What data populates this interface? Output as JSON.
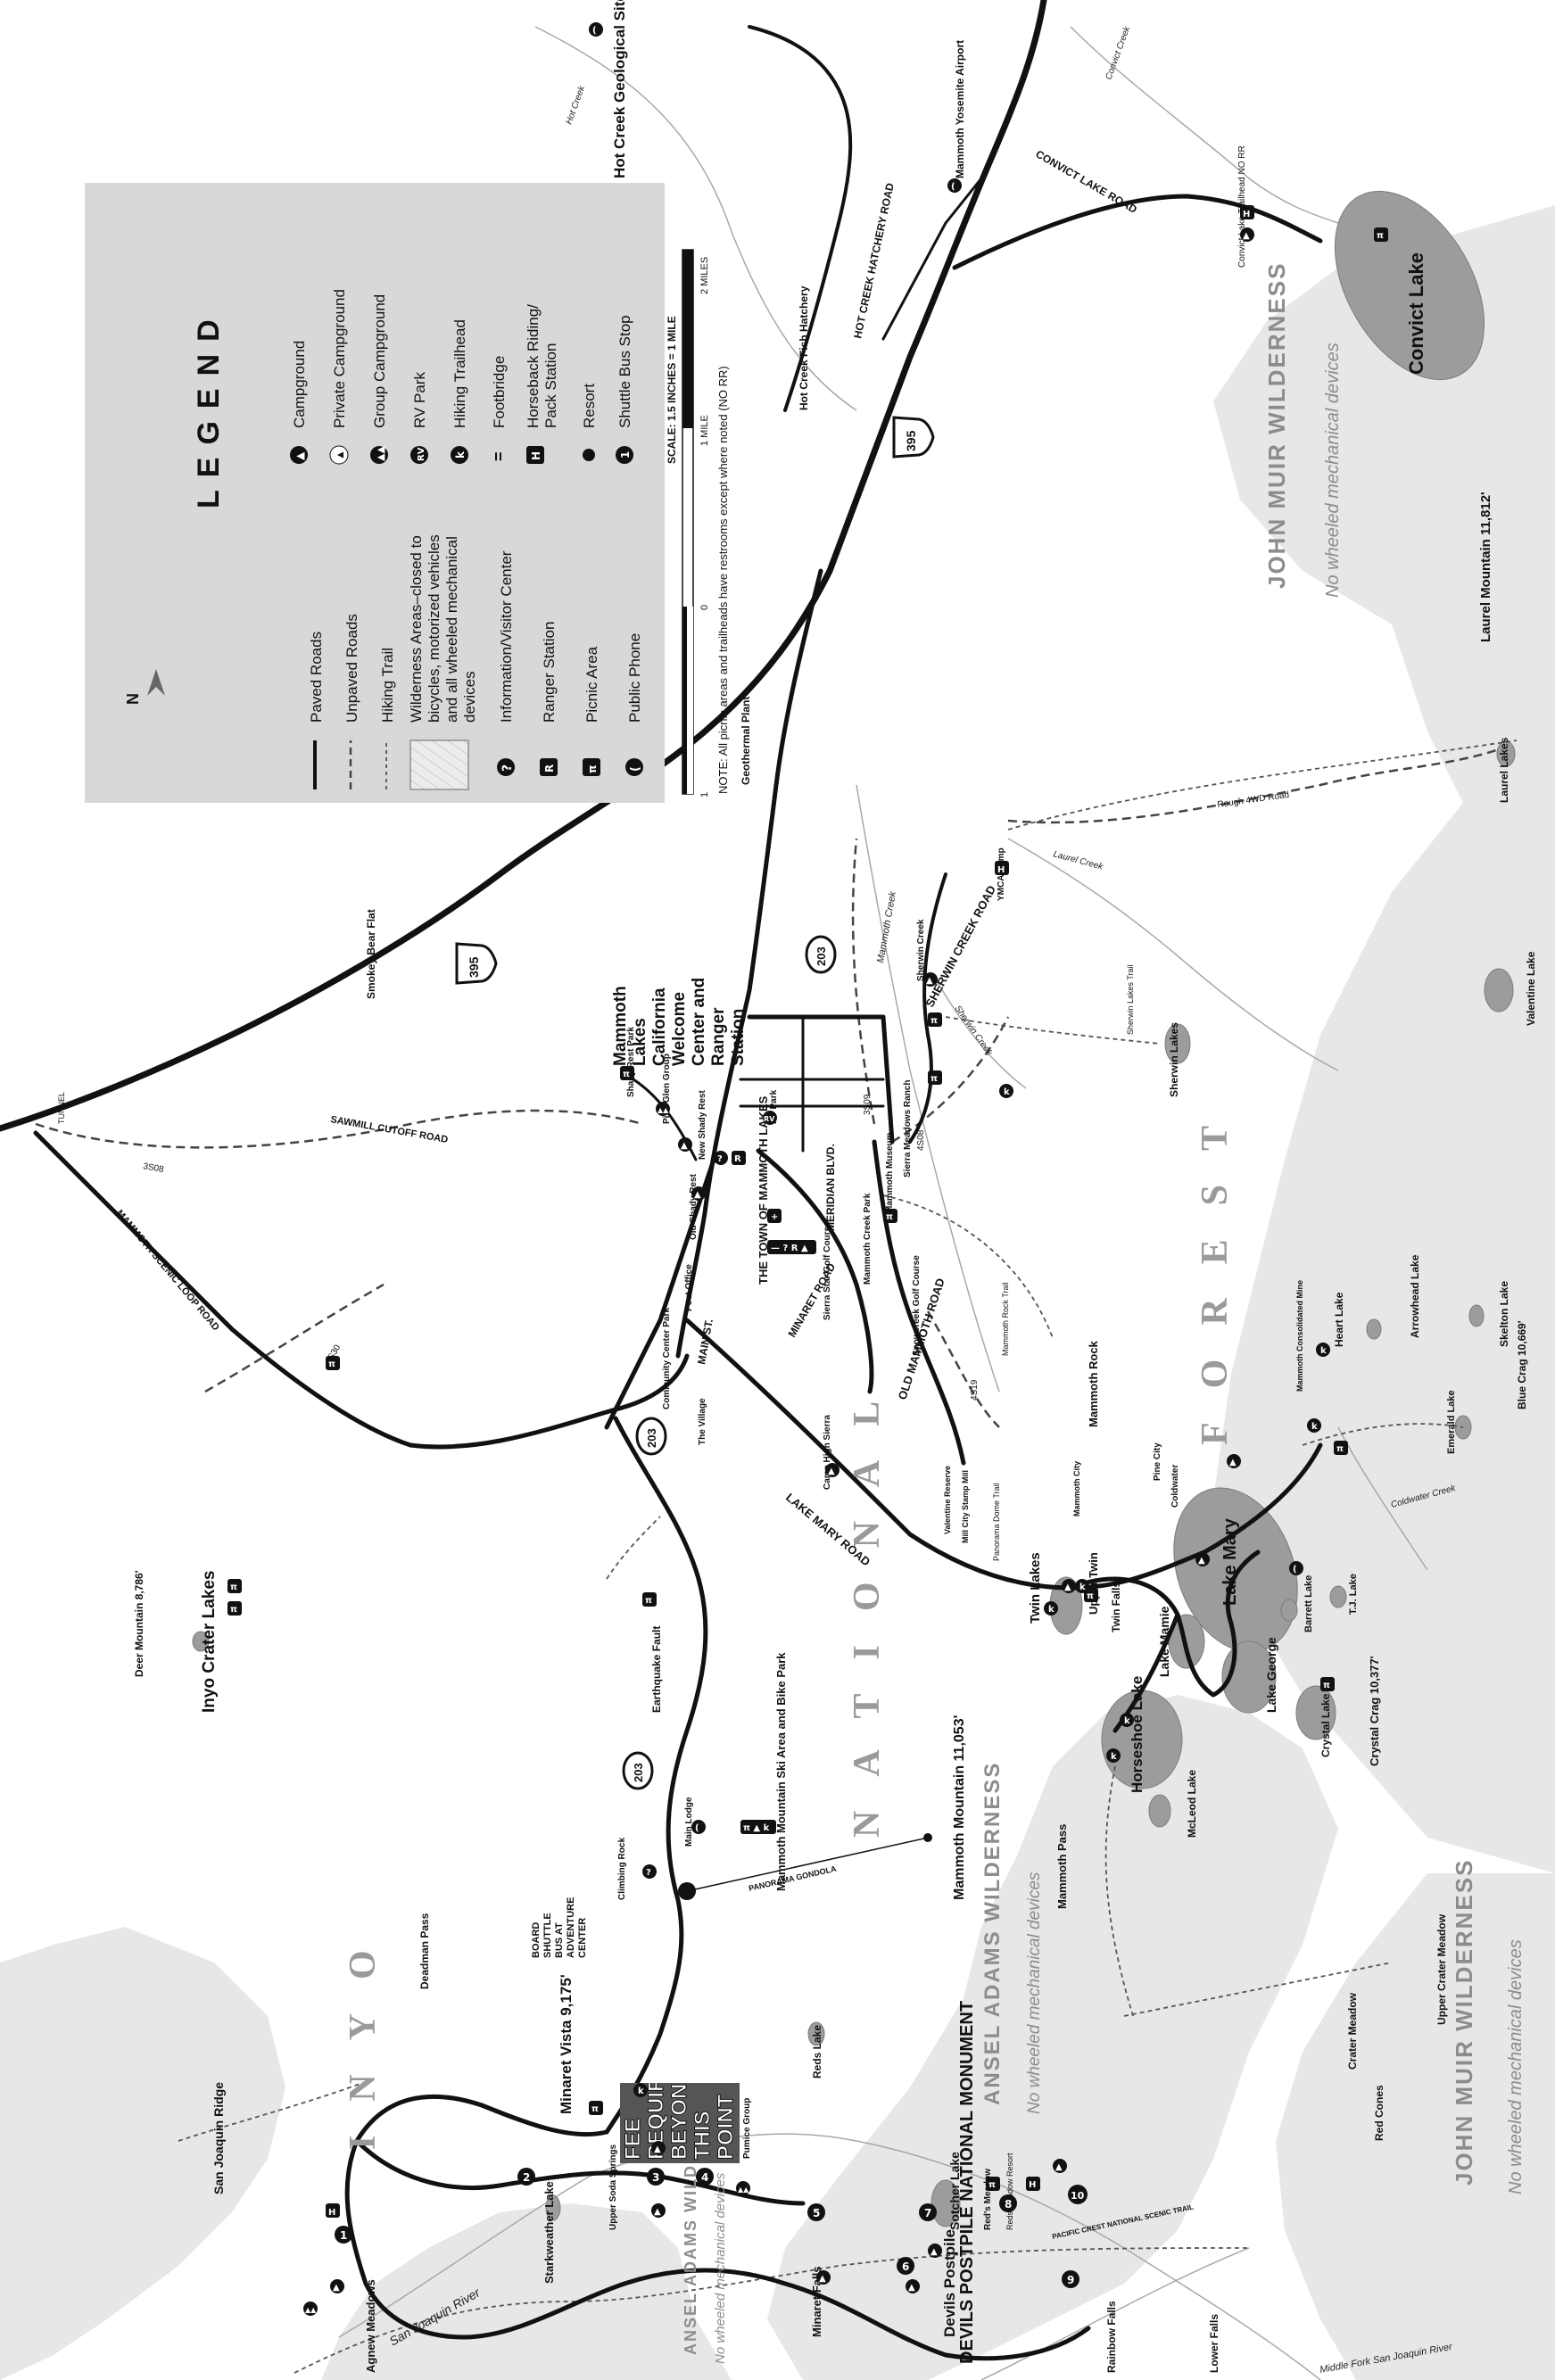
{
  "legend": {
    "title": "LEGEND",
    "left_items": [
      {
        "label": "Paved Roads",
        "symbol": "paved-road"
      },
      {
        "label": "Unpaved Roads",
        "symbol": "unpaved-road"
      },
      {
        "label": "Hiking Trail",
        "symbol": "hiking-trail"
      },
      {
        "label": "Wilderness Areas–closed to bicycles, motorized vehicles and all wheeled mechanical devices",
        "symbol": "wilderness"
      },
      {
        "label": "Information/Visitor Center",
        "symbol": "info-icon"
      },
      {
        "label": "Ranger Station",
        "symbol": "ranger-icon"
      },
      {
        "label": "Picnic Area",
        "symbol": "picnic-icon"
      },
      {
        "label": "Public Phone",
        "symbol": "phone-icon"
      }
    ],
    "right_items": [
      {
        "label": "Campground",
        "symbol": "campground-icon"
      },
      {
        "label": "Private Campground",
        "symbol": "private-campground-icon"
      },
      {
        "label": "Group Campground",
        "symbol": "group-campground-icon"
      },
      {
        "label": "RV Park",
        "symbol": "rv-icon"
      },
      {
        "label": "Hiking Trailhead",
        "symbol": "trailhead-icon"
      },
      {
        "label": "Footbridge",
        "symbol": "footbridge-icon"
      },
      {
        "label": "Horseback Riding/ Pack Station",
        "symbol": "horse-icon"
      },
      {
        "label": "Resort",
        "symbol": "resort-icon"
      },
      {
        "label": "Shuttle Bus Stop",
        "symbol": "shuttle-icon"
      }
    ],
    "scale_text": "SCALE: 1.5 INCHES = 1 MILE",
    "scale_ticks": [
      "1",
      "0",
      "1 MILE",
      "2 MILES"
    ],
    "note": "NOTE: All picnic areas and trailheads have restrooms except where noted (NO RR)",
    "north": "N"
  },
  "areas": {
    "inyo": "INYO",
    "national": "NATIONAL",
    "forest": "FOREST",
    "ansel_adams_left": "ANSEL ADAMS WILDERNESS",
    "ansel_adams_top": "ANSEL ADAMS WILDERNESS",
    "john_muir_top": "JOHN MUIR WILDERNESS",
    "john_muir_bottom": "JOHN MUIR WILDERNESS",
    "no_wheeled": "No wheeled mechanical devices",
    "devils_postpile": "DEVILS POSTPILE NATIONAL MONUMENT"
  },
  "places": {
    "hot_creek_geo": "Hot Creek Geological Site",
    "mammoth_airport": "Mammoth Yosemite Airport",
    "hot_creek_fish": "Hot Creek Fish Hatchery",
    "convict_lake": "Convict Lake",
    "convict_lake_trailhead": "Convict Lake Trailhead NO RR",
    "laurel_mountain": "Laurel Mountain 11,812'",
    "laurel_lakes": "Laurel Lakes",
    "geothermal": "Geothermal Plant",
    "smokey_bear": "Smokey Bear Flat",
    "tunnel": "TUNNEL",
    "welcome_center": "Mammoth Lakes California Welcome Center and Ranger Station",
    "town": "THE TOWN OF MAMMOTH LAKES",
    "shady_rest_park": "Shady Rest Park",
    "pine_glen": "Pine Glen Group",
    "new_shady_rest": "New Shady Rest",
    "old_shady_rest": "Old Shady Rest",
    "post_office": "Post Office",
    "rv_park": "RV Park",
    "community_center": "Community Center Park",
    "village": "The Village",
    "sherwin_creek": "Sherwin Creek",
    "sherwin_lakes": "Sherwin Lakes",
    "sherwin_lakes_trail": "Sherwin Lakes Trail",
    "ymca": "YMCA Camp",
    "sierra_meadows": "Sierra Meadows Ranch",
    "mammoth_museum": "Mammoth Museum",
    "mammoth_creek_park": "Mammoth Creek Park",
    "sierra_star": "Sierra Star Golf Course",
    "snowcreek": "Snowcreek Golf Course",
    "mammoth_rock": "Mammoth Rock",
    "mammoth_rock_trail": "Mammoth Rock Trail",
    "valentine_lake": "Valentine Lake",
    "camp_high_sierra": "Camp High Sierra",
    "valentine_reserve": "Valentine Reserve",
    "mill_city": "Mill City Stamp Mill",
    "mammoth_city": "Mammoth City",
    "panorama_dome": "Panorama Dome Trail",
    "twin_lakes": "Twin Lakes",
    "upper_twin": "Upper Twin",
    "twin_falls": "Twin Falls",
    "lake_mary": "Lake Mary",
    "lake_mamie": "Lake Mamie",
    "lake_george": "Lake George",
    "pine_city": "Pine City",
    "coldwater": "Coldwater",
    "mammoth_consolidated": "Mammoth Consolidated Mine",
    "heart_lake": "Heart Lake",
    "arrowhead_lake": "Arrowhead Lake",
    "skelton_lake": "Skelton Lake",
    "blue_crag": "Blue Crag 10,669'",
    "emerald_lake": "Emerald Lake",
    "barrett_lake": "Barrett Lake",
    "tj_lake": "T.J. Lake",
    "crystal_lake": "Crystal Lake",
    "crystal_crag": "Crystal Crag 10,377'",
    "horseshoe_lake": "Horseshoe Lake",
    "mcleod_lake": "McLeod Lake",
    "mammoth_pass": "Mammoth Pass",
    "mammoth_mountain": "Mammoth Mountain 11,053'",
    "ski_area": "Mammoth Mountain Ski Area and Bike Park",
    "main_lodge": "Main Lodge",
    "earthquake_fault": "Earthquake Fault",
    "inyo_craters": "Inyo Crater Lakes",
    "deer_mountain": "Deer Mountain 8,786'",
    "climbing_rock": "Climbing Rock",
    "shuttle_board": "BOARD SHUTTLE BUS AT ADVENTURE CENTER",
    "fee": "FEE REQUIRED BEYOND THIS POINT",
    "minaret_vista": "Minaret Vista 9,175'",
    "deadman_pass": "Deadman Pass",
    "san_joaquin_ridge": "San Joaquin Ridge",
    "reds_lake": "Reds Lake",
    "upper_crater": "Upper Crater Meadow",
    "crater_meadow": "Crater Meadow",
    "red_cones": "Red Cones",
    "agnew_meadows": "Agnew Meadows",
    "starkweather": "Starkweather Lake",
    "upper_soda": "Upper Soda Springs",
    "pumice_group": "Pumice Group",
    "minaret_falls": "Minaret Falls",
    "devils_postpile_lbl": "Devils Postpile",
    "sotcher_lake": "Sotcher Lake",
    "rainbow_falls": "Rainbow Falls",
    "lower_falls": "Lower Falls",
    "pct": "PACIFIC CREST NATIONAL SCENIC TRAIL",
    "middle_fork": "Middle Fork San Joaquin River",
    "san_joaquin_river": "San Joaquin River",
    "red_meadow": "Red's Meadow",
    "reds_meadow_resort": "Reds Meadow Resort"
  },
  "roads": {
    "us395": "395",
    "sr203": "203",
    "hot_creek_road": "HOT CREEK HATCHERY ROAD",
    "convict_road": "CONVICT LAKE ROAD",
    "sherwin_road": "SHERWIN CREEK ROAD",
    "sawmill": "SAWMILL CUTOFF ROAD",
    "scenic_loop": "MAMMOTH SCENIC LOOP ROAD",
    "main_st": "MAIN ST.",
    "meridian": "MERIDIAN BLVD.",
    "minaret_rd": "MINARET ROAD",
    "old_mammoth": "OLD MAMMOTH ROAD",
    "lake_mary_rd": "LAKE MARY ROAD",
    "panorama_gondola": "PANORAMA GONDOLA",
    "rough_4wd": "Rough 4WD Road",
    "r3S08": "3S08",
    "r4S08": "4S08",
    "r3S09": "3S09",
    "r4S19": "4S19",
    "r3S30": "3S30",
    "hot_creek": "Hot Creek",
    "convict_creek": "Convict Creek",
    "mammoth_creek": "Mammoth Creek",
    "laurel_creek": "Laurel Creek",
    "sherwin_creek_lbl": "Sherwin Creek",
    "coldwater_creek": "Coldwater Creek"
  },
  "shuttle_stops": [
    "1",
    "2",
    "3",
    "4",
    "5",
    "6",
    "7",
    "8",
    "9",
    "10"
  ]
}
